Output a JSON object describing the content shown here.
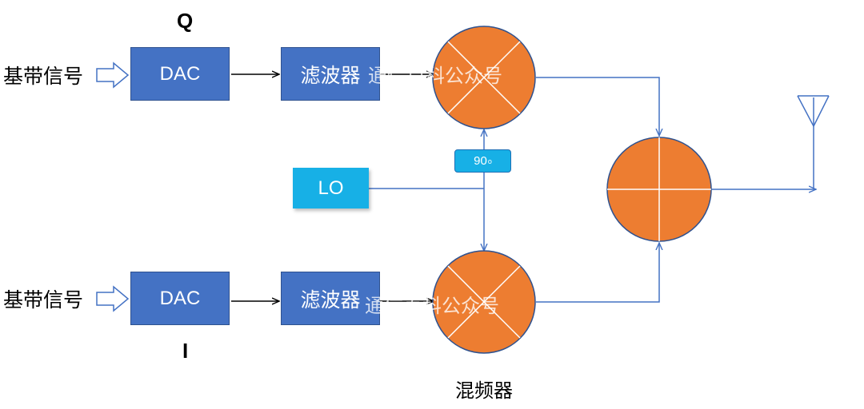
{
  "labels": {
    "q_branch": "Q",
    "i_branch": "I",
    "baseband_q": "基带信号",
    "baseband_i": "基带信号",
    "dac_q": "DAC",
    "dac_i": "DAC",
    "filter_q": "滤波器",
    "filter_i": "滤波器",
    "local_oscillator": "LO",
    "phase_shift": "90",
    "phase_unit": "o",
    "mixer_caption": "混频器"
  },
  "watermark": "通信百科公众号",
  "colors": {
    "block_blue": "#4472c4",
    "lo_cyan": "#17b0e6",
    "mixer_orange": "#ed7d31",
    "line_blue": "#4472c4"
  }
}
